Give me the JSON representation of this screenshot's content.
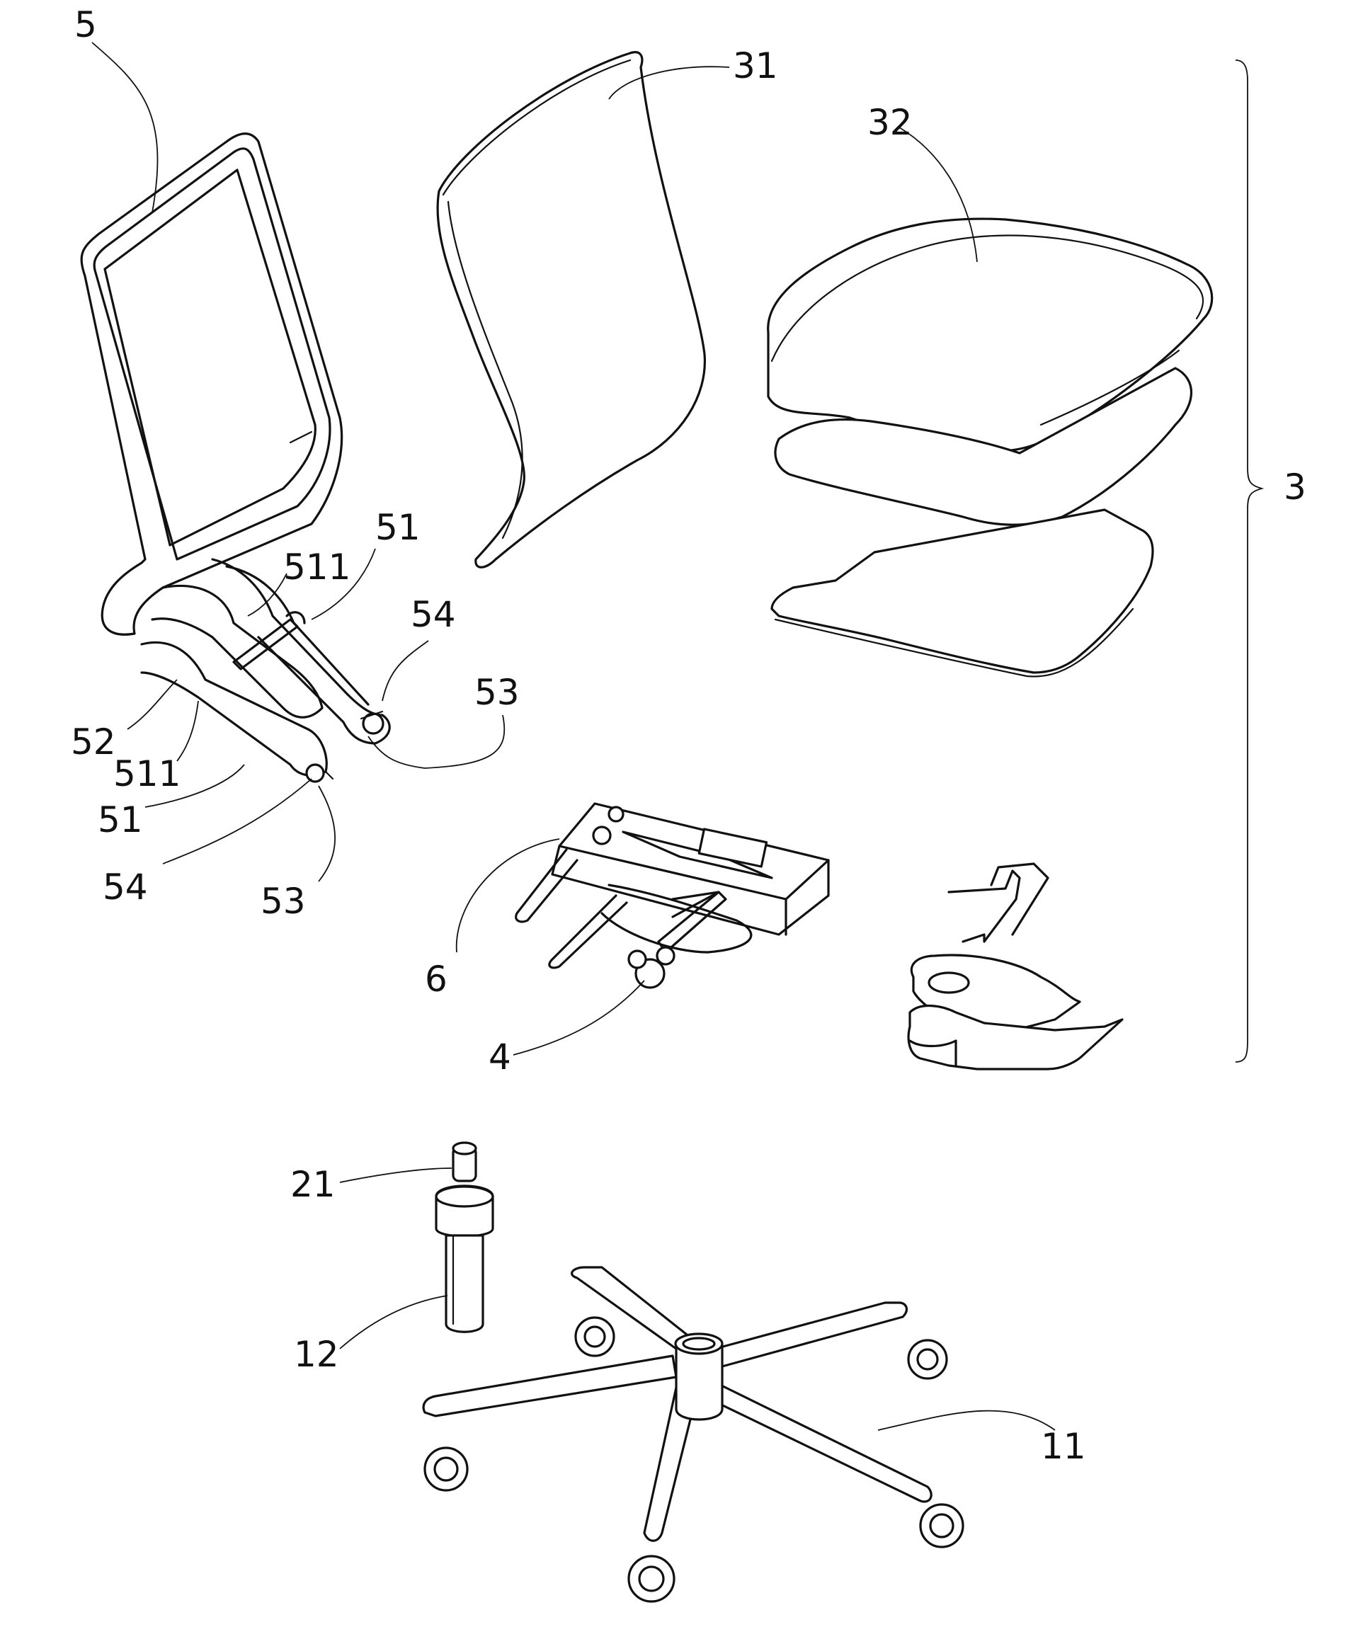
{
  "labels": {
    "l5": "5",
    "l31": "31",
    "l32": "32",
    "l3": "3",
    "l51a": "51",
    "l511a": "511",
    "l54a": "54",
    "l53a": "53",
    "l52": "52",
    "l511b": "511",
    "l51b": "51",
    "l54b": "54",
    "l53b": "53",
    "l6": "6",
    "l4": "4",
    "l21": "21",
    "l12": "12",
    "l11": "11"
  }
}
